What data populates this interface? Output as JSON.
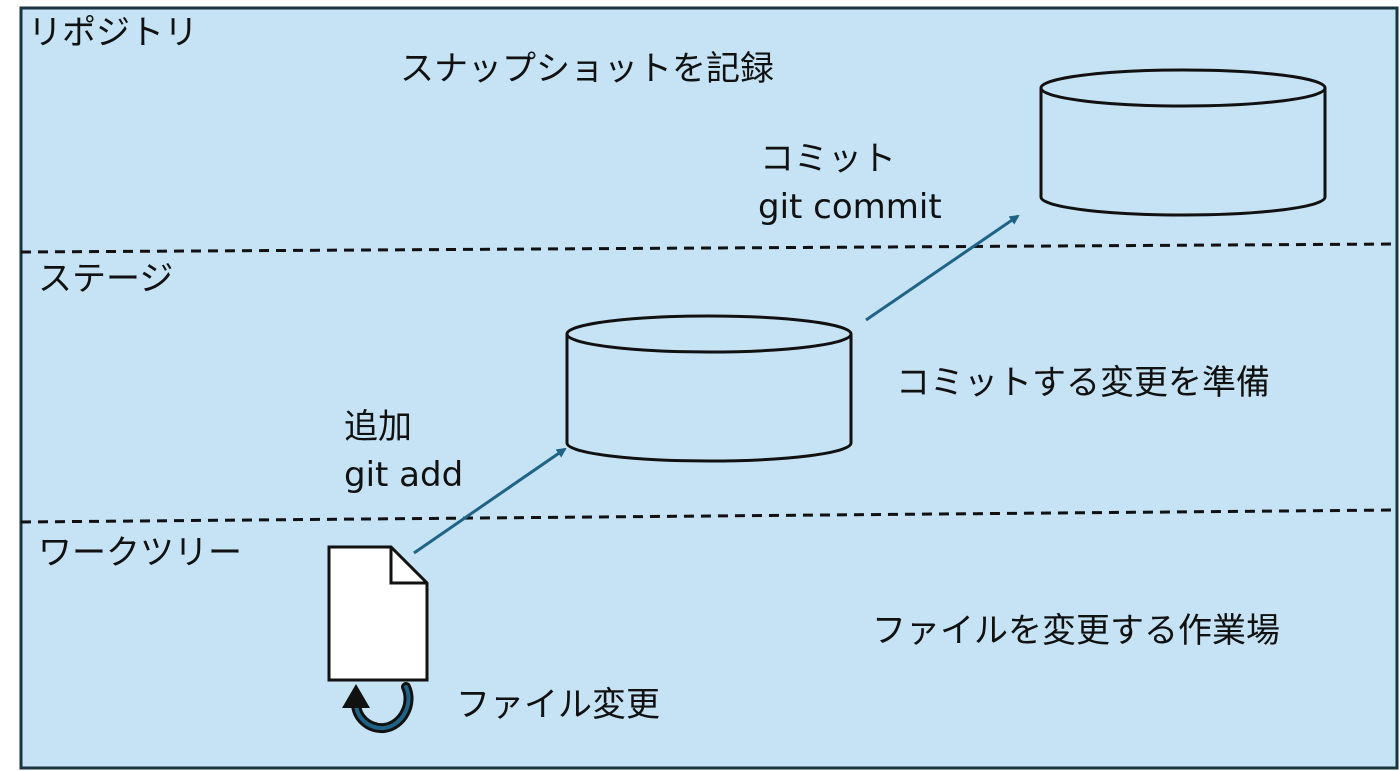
{
  "colors": {
    "background": "#c5e3f4",
    "border": "#1a3540",
    "arrow": "#1f6387",
    "outline": "#111111"
  },
  "regions": {
    "repository": {
      "title": "リポジトリ",
      "description": "スナップショットを記録"
    },
    "stage": {
      "title": "ステージ",
      "description": "コミットする変更を準備"
    },
    "worktree": {
      "title": "ワークツリー",
      "description": "ファイルを変更する作業場"
    }
  },
  "steps": {
    "commit": {
      "label": "コミット",
      "command": "git commit"
    },
    "add": {
      "label": "追加",
      "command": "git add"
    },
    "modify": {
      "label": "ファイル変更"
    }
  },
  "icons": {
    "repository_store": "cylinder-icon",
    "stage_store": "cylinder-icon",
    "file": "file-icon",
    "modify": "circular-arrow-icon"
  }
}
